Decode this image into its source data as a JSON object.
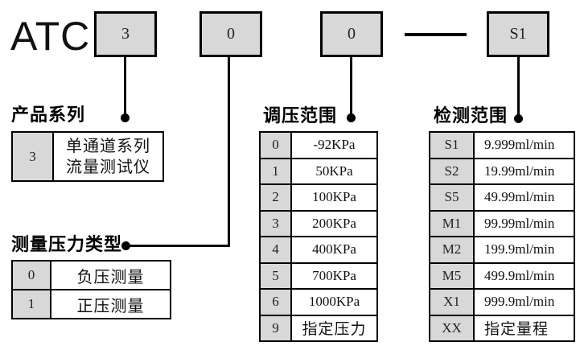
{
  "model_code": {
    "prefix": "ATC",
    "segments": [
      "3",
      "0",
      "0",
      "S1"
    ],
    "separator": "—"
  },
  "sections": [
    {
      "title": "产品系列",
      "rows": [
        {
          "code": "3",
          "desc": "单通道系列\n流量测试仪"
        }
      ]
    },
    {
      "title": "测量压力类型",
      "rows": [
        {
          "code": "0",
          "desc": "负压测量"
        },
        {
          "code": "1",
          "desc": "正压测量"
        }
      ]
    },
    {
      "title": "调压范围",
      "rows": [
        {
          "code": "0",
          "desc": "-92KPa"
        },
        {
          "code": "1",
          "desc": "50KPa"
        },
        {
          "code": "2",
          "desc": "100KPa"
        },
        {
          "code": "3",
          "desc": "200KPa"
        },
        {
          "code": "4",
          "desc": "400KPa"
        },
        {
          "code": "5",
          "desc": "700KPa"
        },
        {
          "code": "6",
          "desc": "1000KPa"
        },
        {
          "code": "9",
          "desc": "指定压力"
        }
      ]
    },
    {
      "title": "检测范围",
      "rows": [
        {
          "code": "S1",
          "desc": "9.999ml/min"
        },
        {
          "code": "S2",
          "desc": "19.99ml/min"
        },
        {
          "code": "S5",
          "desc": "49.99ml/min"
        },
        {
          "code": "M1",
          "desc": "99.99ml/min"
        },
        {
          "code": "M2",
          "desc": "199.9ml/min"
        },
        {
          "code": "M5",
          "desc": "499.9ml/min"
        },
        {
          "code": "X1",
          "desc": "999.9ml/min"
        },
        {
          "code": "XX",
          "desc": "指定量程"
        }
      ]
    }
  ],
  "colors": {
    "box_fill": "#d8d8d8",
    "line": "#000000",
    "background": "#ffffff"
  }
}
